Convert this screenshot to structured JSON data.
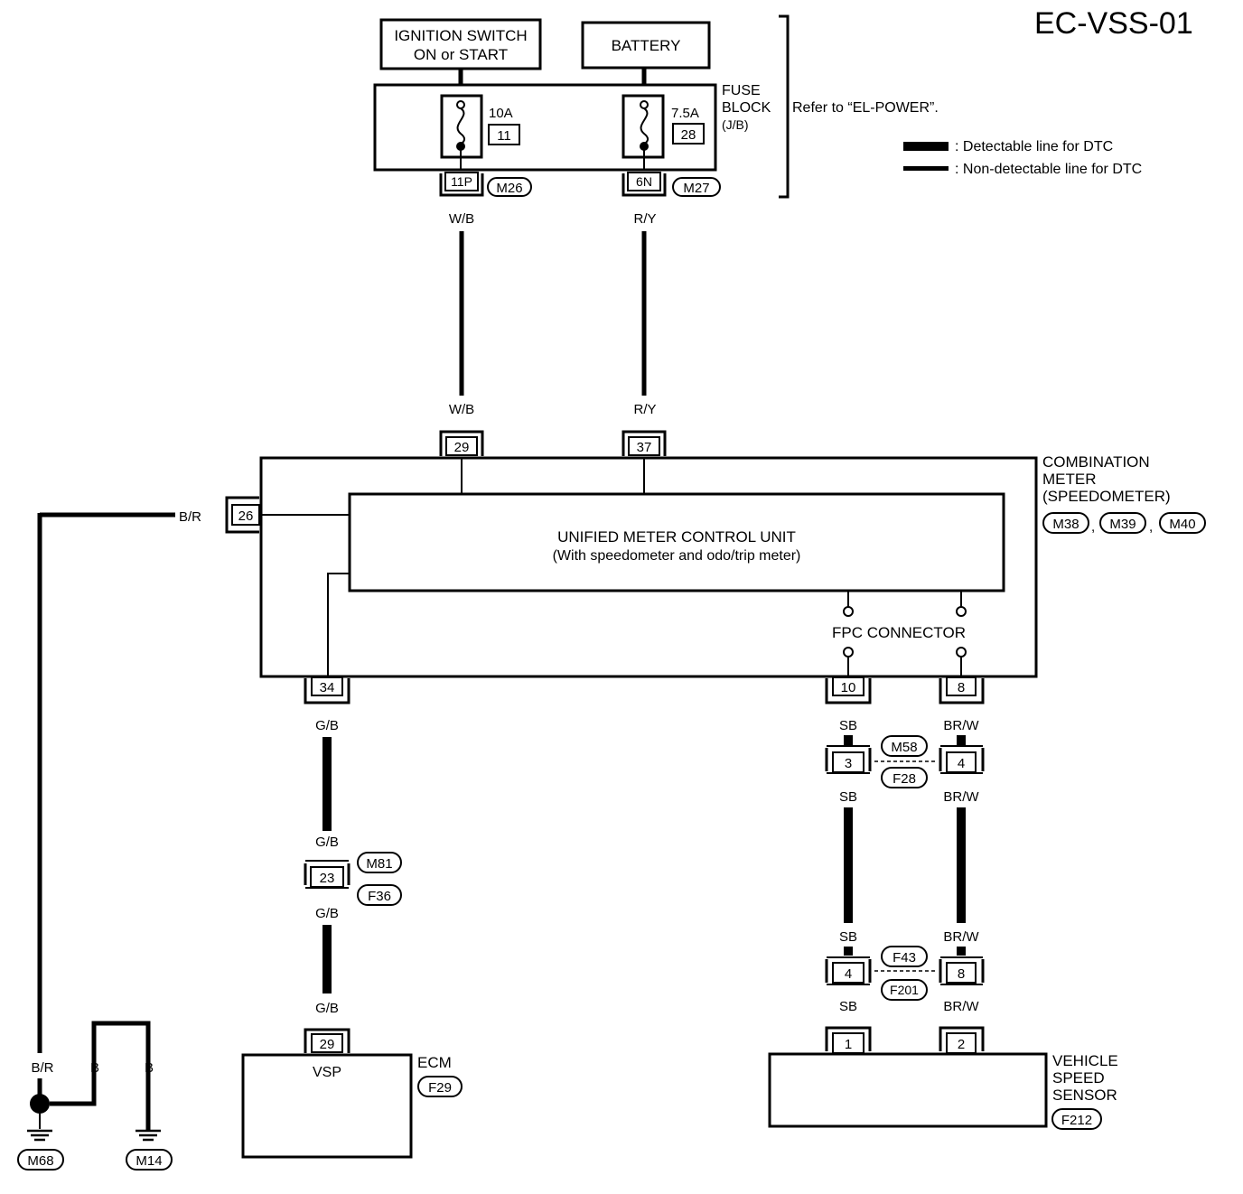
{
  "page_code": "EC-VSS-01",
  "legend": {
    "detectable": ": Detectable line for DTC",
    "non_detectable": ": Non-detectable line for DTC"
  },
  "power": {
    "ignition_line1": "IGNITION SWITCH",
    "ignition_line2": "ON or START",
    "battery": "BATTERY"
  },
  "fuse_block": {
    "label1": "FUSE",
    "label2": "BLOCK",
    "label3": "(J/B)",
    "refer": "Refer to “EL-POWER”.",
    "fuse_left_rating": "10A",
    "fuse_left_no": "11",
    "fuse_right_rating": "7.5A",
    "fuse_right_no": "28",
    "term_left": "11P",
    "term_right": "6N",
    "conn_left": "M26",
    "conn_right": "M27"
  },
  "wires": {
    "wb": "W/B",
    "ry": "R/Y",
    "br": "B/R",
    "gb": "G/B",
    "sb": "SB",
    "brw": "BR/W",
    "b": "B"
  },
  "combination_meter": {
    "label1": "COMBINATION",
    "label2": "METER",
    "label3": "(SPEEDOMETER)",
    "conn1": "M38",
    "conn2": "M39",
    "conn3": "M40",
    "sep": ",",
    "pin_29": "29",
    "pin_37": "37",
    "pin_26": "26",
    "pin_34": "34",
    "pin_10": "10",
    "pin_8": "8",
    "unit_line1": "UNIFIED METER CONTROL UNIT",
    "unit_line2": "(With speedometer and odo/trip meter)",
    "fpc": "FPC CONNECTOR"
  },
  "junctions": {
    "m81": "M81",
    "f36": "F36",
    "pin_23": "23",
    "m58": "M58",
    "f28": "F28",
    "pin_3": "3",
    "pin_4a": "4",
    "f43": "F43",
    "f201": "F201",
    "pin_4b": "4",
    "pin_8b": "8"
  },
  "ecm": {
    "label": "ECM",
    "conn": "F29",
    "pin": "29",
    "terminal": "VSP"
  },
  "vss": {
    "label1": "VEHICLE",
    "label2": "SPEED",
    "label3": "SENSOR",
    "conn": "F212",
    "pin1": "1",
    "pin2": "2"
  },
  "grounds": {
    "m68": "M68",
    "m14": "M14"
  }
}
